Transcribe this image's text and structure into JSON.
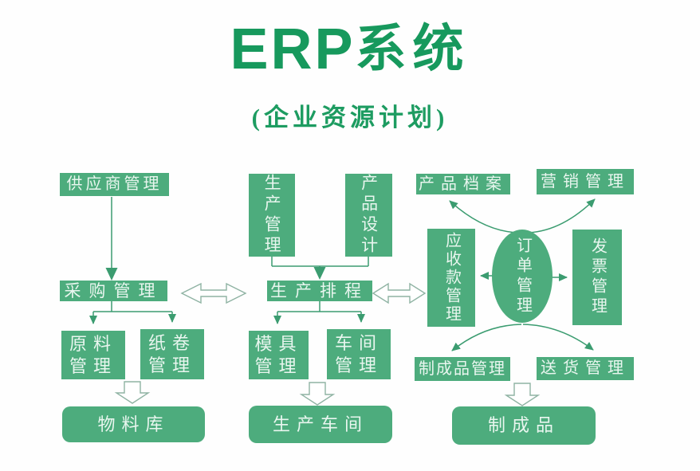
{
  "title": {
    "main_latin": "ERP",
    "main_cjk": "系统",
    "subtitle": "(企业资源计划)"
  },
  "colors": {
    "node_green": "#4dac7d",
    "title_green": "#17995d",
    "connector_green": "#3b9c70",
    "hollow_arrow_outline": "#8fb3a3",
    "node_text": "#e9f6ef",
    "background": "#fefefe"
  },
  "nodes": {
    "supplier": {
      "label": "供应商管理"
    },
    "production_mgmt": {
      "label": "生产管理"
    },
    "product_design": {
      "label": "产品设计"
    },
    "product_archive": {
      "label": "产品档案"
    },
    "marketing": {
      "label": "营销管理"
    },
    "purchasing": {
      "label": "采购管理"
    },
    "scheduling": {
      "label": "生产排程"
    },
    "receivables": {
      "label": "应收款管理"
    },
    "order_mgmt": {
      "label": "订单管理"
    },
    "invoice": {
      "label": "发票管理"
    },
    "raw_material": {
      "label": "原料\n管理"
    },
    "paper_roll": {
      "label": "纸卷\n管理"
    },
    "mold": {
      "label": "模具\n管理"
    },
    "workshop_mgmt": {
      "label": "车间\n管理"
    },
    "finished_mgmt": {
      "label": "制成品管理"
    },
    "delivery": {
      "label": "送货管理"
    },
    "warehouse": {
      "label": "物料库"
    },
    "prod_workshop": {
      "label": "生产车间"
    },
    "finished_goods": {
      "label": "制成品"
    }
  }
}
